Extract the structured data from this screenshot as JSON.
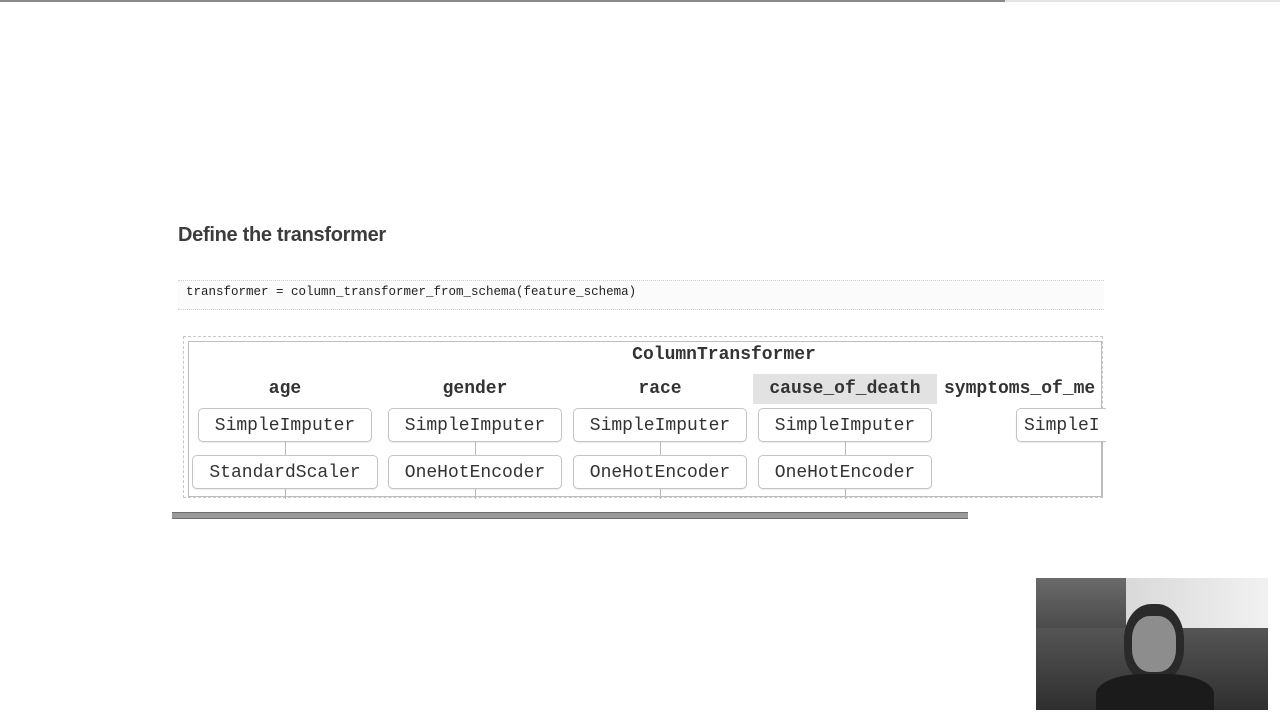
{
  "slide": {
    "progress_fraction": 0.785,
    "section_title": "Define the transformer",
    "code": "transformer = column_transformer_from_schema(feature_schema)"
  },
  "diagram": {
    "title": "ColumnTransformer",
    "columns": [
      {
        "name": "age",
        "steps": [
          "SimpleImputer",
          "StandardScaler"
        ]
      },
      {
        "name": "gender",
        "steps": [
          "SimpleImputer",
          "OneHotEncoder"
        ]
      },
      {
        "name": "race",
        "steps": [
          "SimpleImputer",
          "OneHotEncoder"
        ]
      },
      {
        "name": "cause_of_death",
        "steps": [
          "SimpleImputer",
          "OneHotEncoder"
        ],
        "highlighted": true
      },
      {
        "name": "symptoms_of_me",
        "steps": [
          "SimpleI"
        ]
      }
    ]
  },
  "webcam": {
    "icon": "presenter-video"
  }
}
